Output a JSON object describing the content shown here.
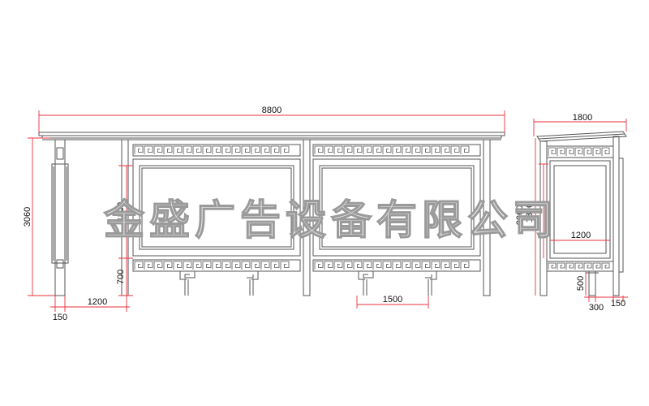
{
  "watermark": "金盛广告设备有限公司",
  "front_view": {
    "overall_width": "8800",
    "overall_height": "3060",
    "panel_height": "1800",
    "base_height": "700",
    "post_width": "150",
    "end_offset": "1200",
    "leg_span": "1500"
  },
  "side_view": {
    "depth": "1800",
    "overall_height": "3060",
    "panel_height": "1800",
    "panel_width": "1200",
    "leg_height": "500",
    "leg_width": "300",
    "post_width": "150"
  },
  "colors": {
    "line": "#555555",
    "dimension": "#e8323c",
    "text": "#111111"
  }
}
